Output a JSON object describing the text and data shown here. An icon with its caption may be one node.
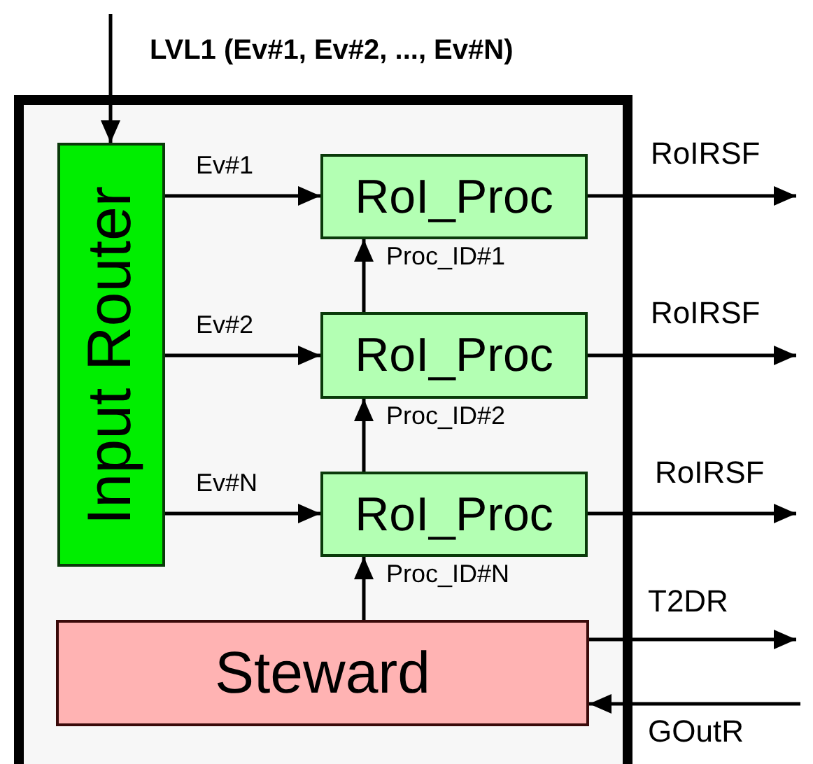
{
  "diagram": {
    "nodes": [
      {
        "text": [],
        "shape": "box"
      },
      {
        "text": [
          "Input Router"
        ],
        "in": 0
      },
      {
        "text": [
          "RoI_Proc"
        ],
        "in": 0
      },
      {
        "text": [
          "RoI_Proc"
        ],
        "in": 0
      },
      {
        "text": [
          "RoI_Proc"
        ],
        "in": 0
      },
      {
        "text": [
          "Steward"
        ],
        "in": 0
      }
    ],
    "edges": [
      {
        "from": null,
        "to": 1,
        "arrow": "to",
        "label": "LVL1 (Ev#1, Ev#2, ..., Ev#N)"
      },
      {
        "from": 1,
        "to": 2,
        "arrow": "to",
        "label": "Ev#1"
      },
      {
        "from": 1,
        "to": 3,
        "arrow": "to",
        "label": "Ev#2"
      },
      {
        "from": 1,
        "to": 4,
        "arrow": "to",
        "label": "Ev#N"
      },
      {
        "from": 3,
        "to": 2,
        "arrow": "to",
        "label": "Proc_ID#1"
      },
      {
        "from": 4,
        "to": 3,
        "arrow": "to",
        "label": "Proc_ID#2"
      },
      {
        "from": 5,
        "to": 4,
        "arrow": "to",
        "label": "Proc_ID#N"
      },
      {
        "from": 2,
        "to": null,
        "arrow": "to",
        "label": "RoIRSF"
      },
      {
        "from": 3,
        "to": null,
        "arrow": "to",
        "label": "RoIRSF"
      },
      {
        "from": 4,
        "to": null,
        "arrow": "to",
        "label": "RoIRSF"
      },
      {
        "from": 5,
        "to": null,
        "arrow": "to",
        "label": "T2DR"
      },
      {
        "from": null,
        "to": 5,
        "arrow": "to",
        "label": "GOutR"
      }
    ]
  }
}
